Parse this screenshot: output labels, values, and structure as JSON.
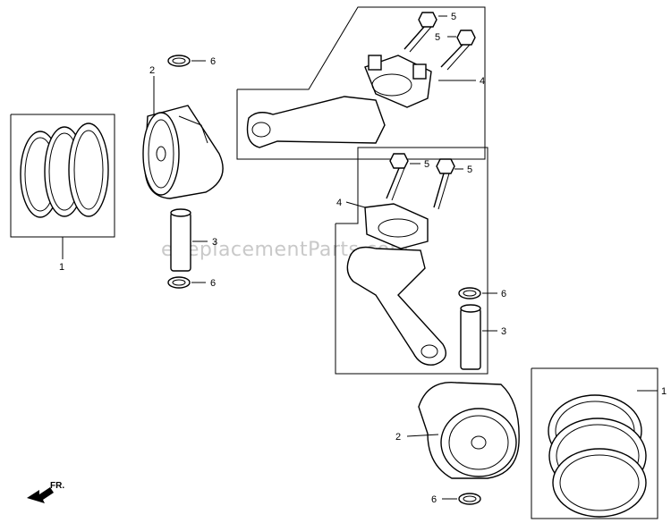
{
  "watermark": "eReplacementParts.com",
  "direction_label": "FR.",
  "callouts": {
    "rings_left": "1",
    "rings_right": "1",
    "piston_left": "2",
    "piston_right": "2",
    "pin_left": "3",
    "pin_right": "3",
    "rod_top": "4",
    "rod_mid": "4",
    "bolt_top_a": "5",
    "bolt_top_b": "5",
    "bolt_mid_a": "5",
    "bolt_mid_b": "5",
    "clip_left_top": "6",
    "clip_left_bottom": "6",
    "clip_right_top": "6",
    "clip_right_bottom": "6"
  }
}
